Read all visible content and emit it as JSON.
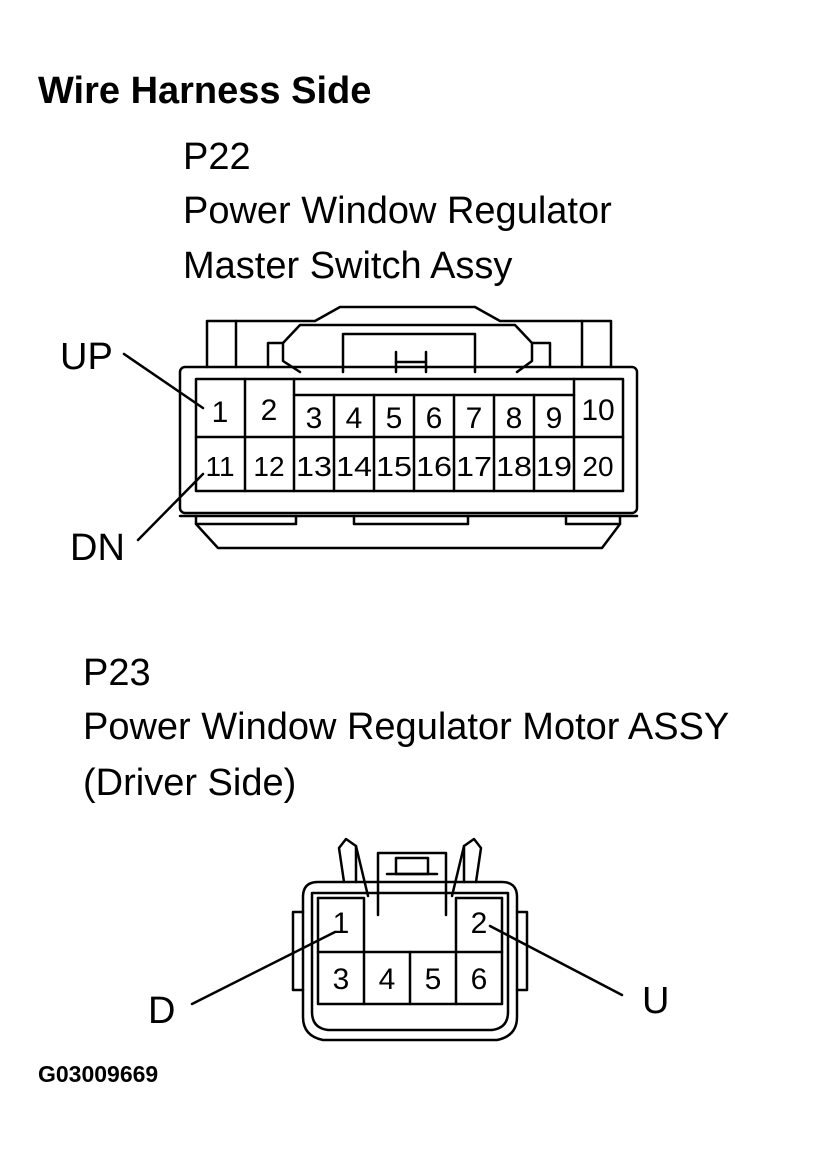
{
  "heading": "Wire Harness Side",
  "connector_p22": {
    "code": "P22",
    "name_line1": "Power Window Regulator",
    "name_line2": "Master Switch Assy",
    "top_pins": [
      "1",
      "2",
      "3",
      "4",
      "5",
      "6",
      "7",
      "8",
      "9",
      "10"
    ],
    "bottom_pins": [
      "11",
      "12",
      "13",
      "14",
      "15",
      "16",
      "17",
      "18",
      "19",
      "20"
    ],
    "callout_up": "UP",
    "callout_dn": "DN"
  },
  "connector_p23": {
    "code": "P23",
    "name_line1": "Power Window Regulator Motor ASSY",
    "name_line2": "(Driver Side)",
    "pins": [
      "1",
      "2",
      "3",
      "4",
      "5",
      "6"
    ],
    "callout_d": "D",
    "callout_u": "U"
  },
  "figure_id": "G03009669"
}
